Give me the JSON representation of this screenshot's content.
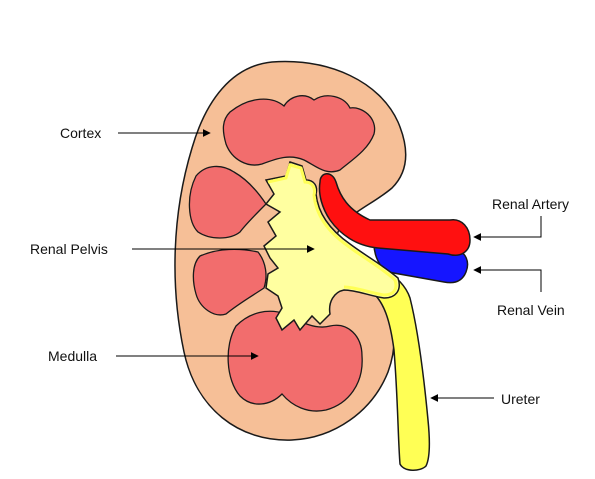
{
  "colors": {
    "cortex": "#f6bf97",
    "medulla": "#f26d6d",
    "pelvis_fill": "#ffffa0",
    "ureter": "#ffff55",
    "artery": "#ff1010",
    "vein": "#1515ff",
    "outline": "#1a1a1a",
    "label": "#111111"
  },
  "labels": {
    "cortex": "Cortex",
    "renal_pelvis": "Renal Pelvis",
    "medulla": "Medulla",
    "renal_artery": "Renal Artery",
    "renal_vein": "Renal Vein",
    "ureter": "Ureter"
  }
}
